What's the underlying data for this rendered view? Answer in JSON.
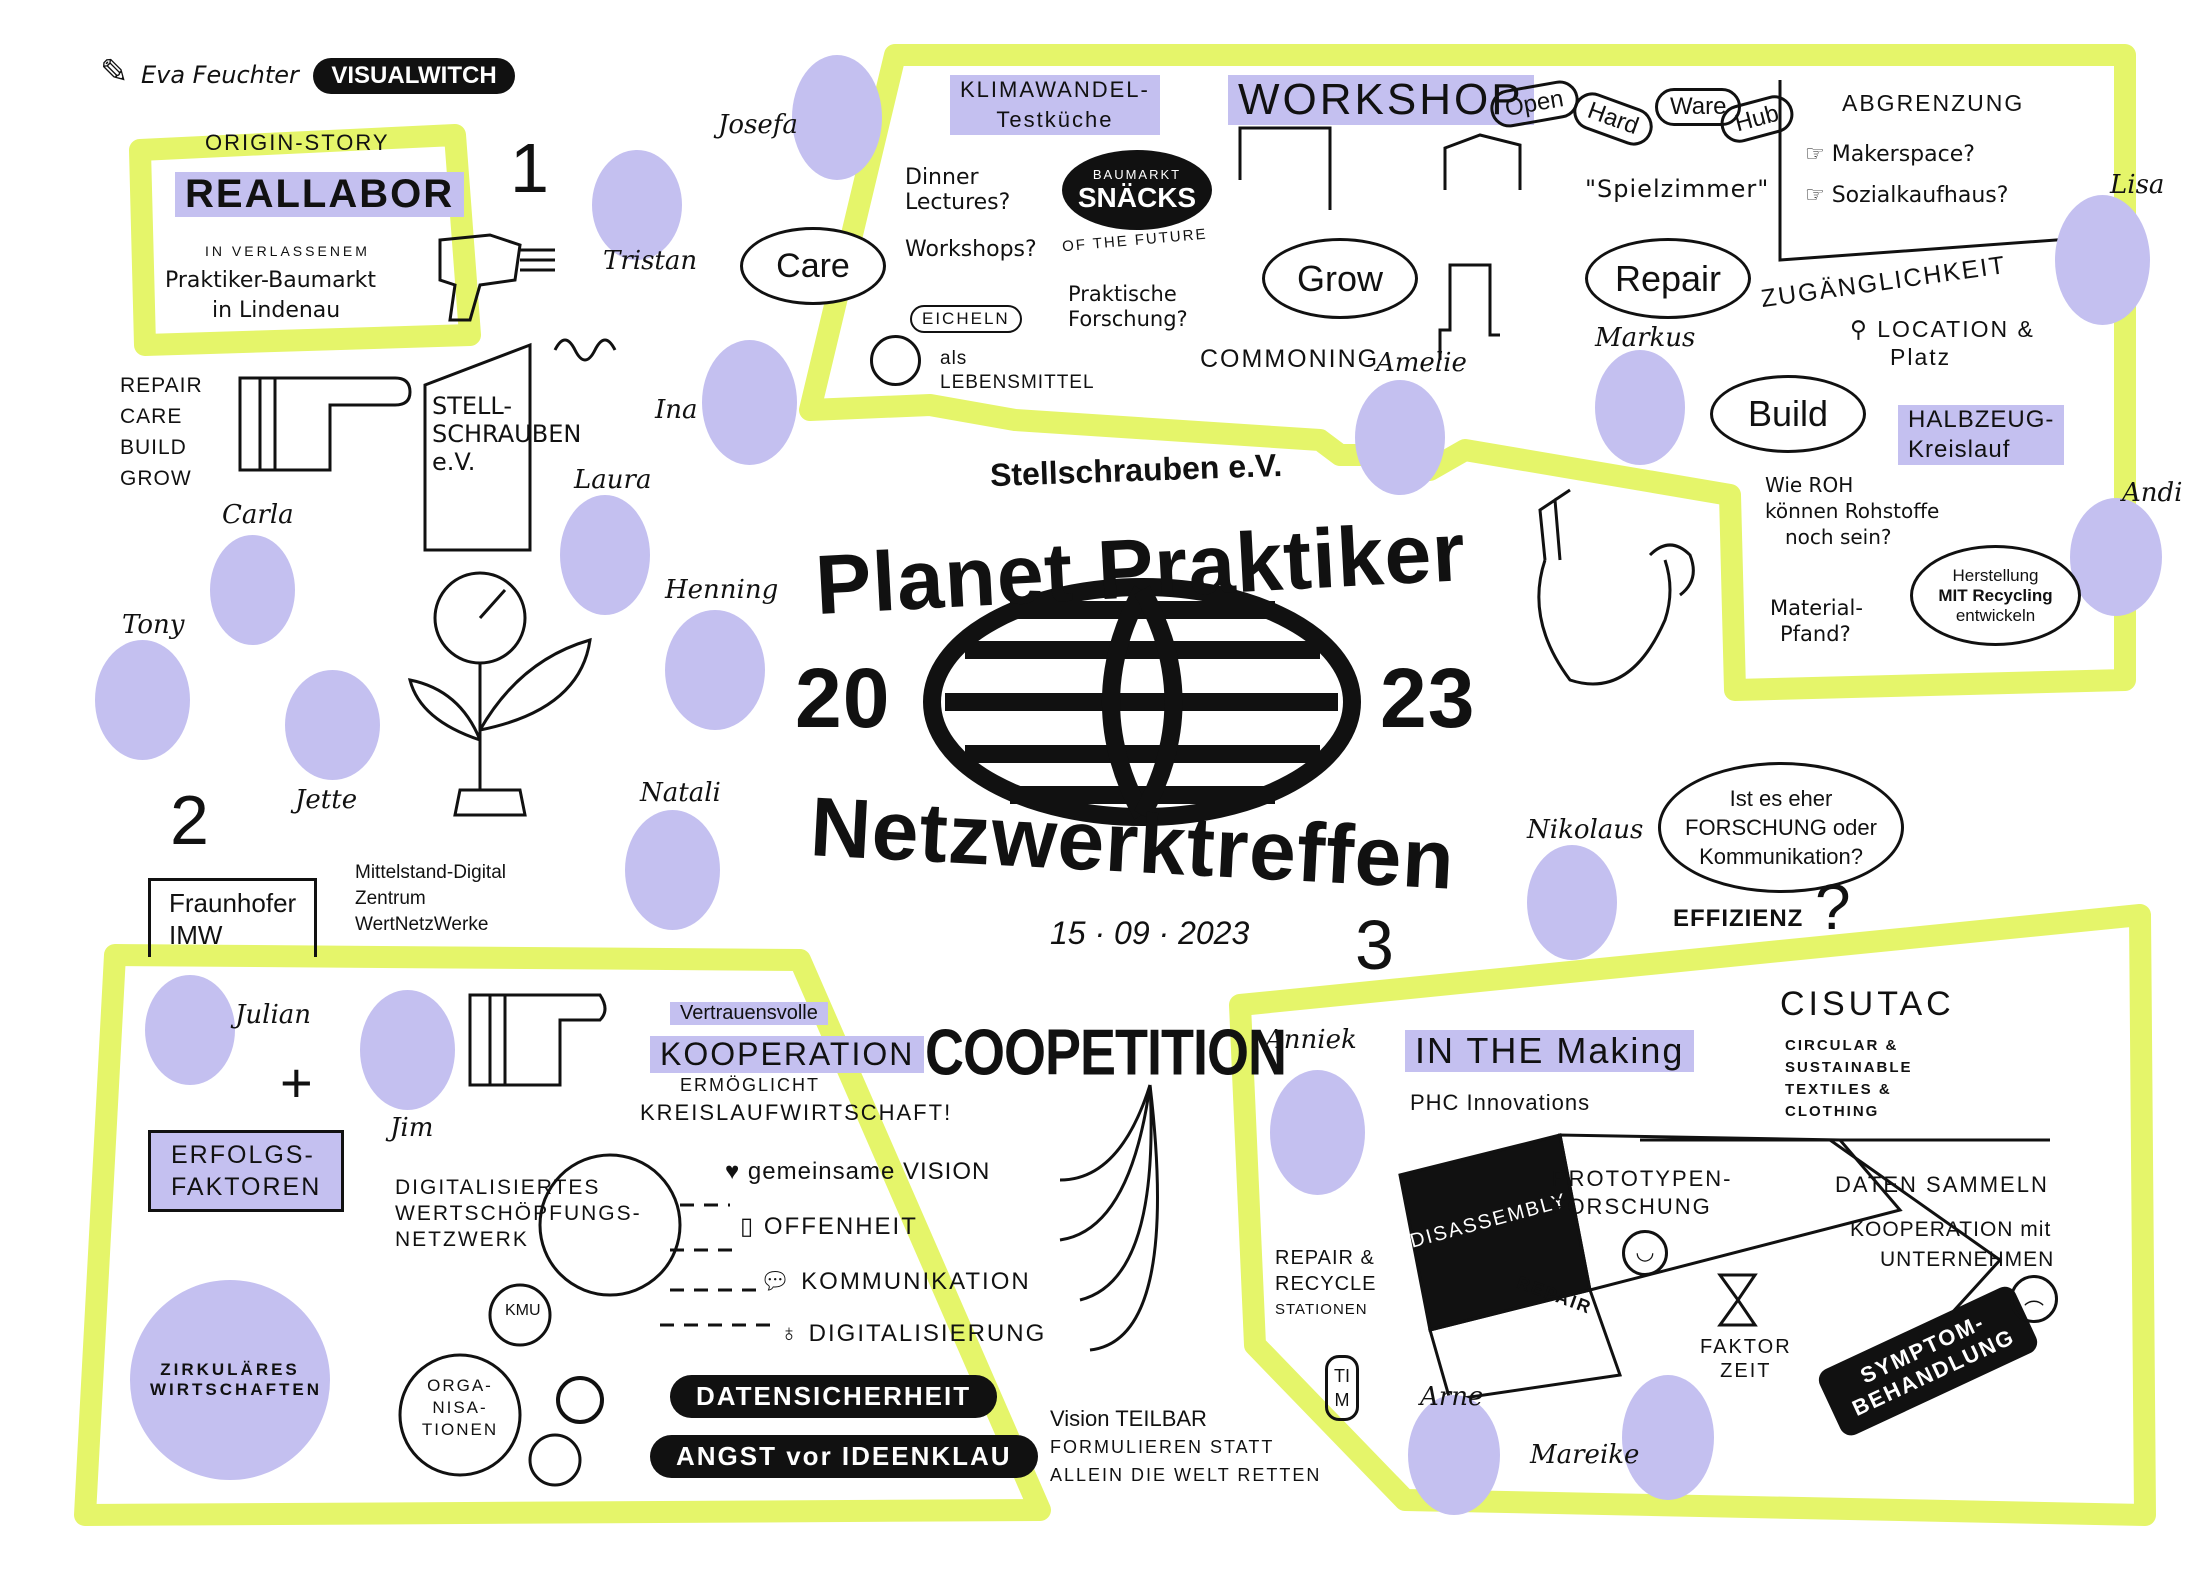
{
  "colors": {
    "accent_yellow": "#e5f56a",
    "lavender": "#c4c0f0",
    "ink": "#111111"
  },
  "credit": {
    "author": "Eva Feuchter",
    "brand": "VISUALWITCH"
  },
  "center": {
    "org": "Stellschrauben e.V.",
    "title1": "Planet Praktiker",
    "year_left": "20",
    "year_right": "23",
    "title2": "Netzwerktreffen",
    "date": "15 · 09 · 2023"
  },
  "origin": {
    "heading": "ORIGIN-STORY",
    "title": "REALLABOR",
    "sub1": "IN VERLASSENEM",
    "sub2": "Praktiker-Baumarkt",
    "sub3": "in Lindenau",
    "number": "1",
    "list": [
      "REPAIR",
      "CARE",
      "BUILD",
      "GROW"
    ],
    "door": [
      "STELL-",
      "SCHRAUBEN",
      "e.V."
    ]
  },
  "people": {
    "josefa": "Josefa",
    "tristan": "Tristan",
    "ina": "Ina",
    "laura": "Laura",
    "carla": "Carla",
    "tony": "Tony",
    "henning": "Henning",
    "jette": "Jette",
    "natali": "Natali",
    "amelie": "Amelie",
    "markus": "Markus",
    "lisa": "Lisa",
    "andi": "Andi",
    "nikolaus": "Nikolaus",
    "julian": "Julian",
    "jim": "Jim",
    "anniek": "Anniek",
    "arne": "Arne",
    "mareike": "Mareike",
    "tim": "TIM"
  },
  "section2": {
    "number": "2",
    "fraunhofer": [
      "Fraunhofer",
      "IMW"
    ],
    "mittelstand": [
      "Mittelstand-Digital",
      "Zentrum",
      "WertNetzWerke"
    ]
  },
  "workshop": {
    "klima": [
      "KLIMAWANDEL-",
      "Testküche"
    ],
    "title": "WORKSHOP",
    "ohwh": [
      "Open",
      "Hard",
      "Ware",
      "Hub"
    ],
    "dinner": [
      "Dinner",
      "Lectures?"
    ],
    "workshops": "Workshops?",
    "snacks": [
      "BAUMARKT",
      "SNÄCKS",
      "OF THE FUTURE"
    ],
    "care": "Care",
    "grow": "Grow",
    "repair": "Repair",
    "build": "Build",
    "spielzimmer": "\"Spielzimmer\"",
    "eicheln": "EICHELN",
    "lebensmittel": [
      "als",
      "LEBENSMITTEL"
    ],
    "forschung": [
      "Praktische",
      "Forschung?"
    ],
    "commoning": "COMMONING",
    "abgrenzung": "ABGRENZUNG",
    "makerspace": "Makerspace?",
    "sozialkaufhaus": "Sozialkaufhaus?",
    "zugang": "ZUGÄNGLICHKEIT",
    "location": [
      "LOCATION &",
      "Platz"
    ],
    "halbzeug": [
      "HALBZEUG-",
      "Kreislauf"
    ],
    "roh": [
      "Wie ROH",
      "können Rohstoffe",
      "noch sein?"
    ],
    "material": [
      "Material-",
      "Pfand?"
    ],
    "herstellung": [
      "Herstellung",
      "MIT Recycling",
      "entwickeln"
    ]
  },
  "research": {
    "question": [
      "Ist es eher",
      "FORSCHUNG oder",
      "Kommunikation?"
    ],
    "effizienz": "EFFIZIENZ",
    "qmark": "?"
  },
  "section_bl": {
    "vertrauensvolle": "Vertrauensvolle",
    "kooperation": "KOOPERATION",
    "ermoeglicht": "ERMÖGLICHT",
    "kreislauf": "KREISLAUFWIRTSCHAFT!",
    "coopetition": "COOPETITION",
    "erfolgs": [
      "ERFOLGS-",
      "FAKTOREN"
    ],
    "digi": [
      "DIGITALISIERTES",
      "WERTSCHÖPFUNGS-",
      "NETZWERK"
    ],
    "items": [
      "gemeinsame VISION",
      "OFFENHEIT",
      "KOMMUNIKATION",
      "DIGITALISIERUNG"
    ],
    "zirkulaer": "ZIRKULÄRES WIRTSCHAFTEN",
    "kmu": "KMU",
    "orgs": [
      "ORGA-",
      "NISA-",
      "TIONEN"
    ],
    "datensicherheit": "DATENSICHERHEIT",
    "angst": "ANGST vor IDEENKLAU",
    "vision": [
      "Vision TEILBAR",
      "FORMULIEREN STATT",
      "ALLEIN DIE WELT RETTEN"
    ]
  },
  "section3": {
    "number": "3",
    "inthemaking": "IN THE Making",
    "phc": "PHC Innovations",
    "cisutac": "CISUTAC",
    "cisutac_sub": [
      "CIRCULAR &",
      "SUSTAINABLE",
      "TEXTILES &",
      "CLOTHING"
    ],
    "disassembly": "DISASSEMBLY",
    "repair_tag": "REPAIR",
    "prototypen": [
      "PROTOTYPEN-",
      "FORSCHUNG"
    ],
    "daten": "DATEN SAMMELN",
    "kooperation_u": [
      "KOOPERATION mit",
      "UNTERNEHMEN"
    ],
    "repair_stations": [
      "REPAIR &",
      "RECYCLE",
      "STATIONEN"
    ],
    "faktor": [
      "FAKTOR",
      "ZEIT"
    ],
    "symptom": [
      "SYMPTOM-",
      "BEHANDLUNG"
    ]
  }
}
